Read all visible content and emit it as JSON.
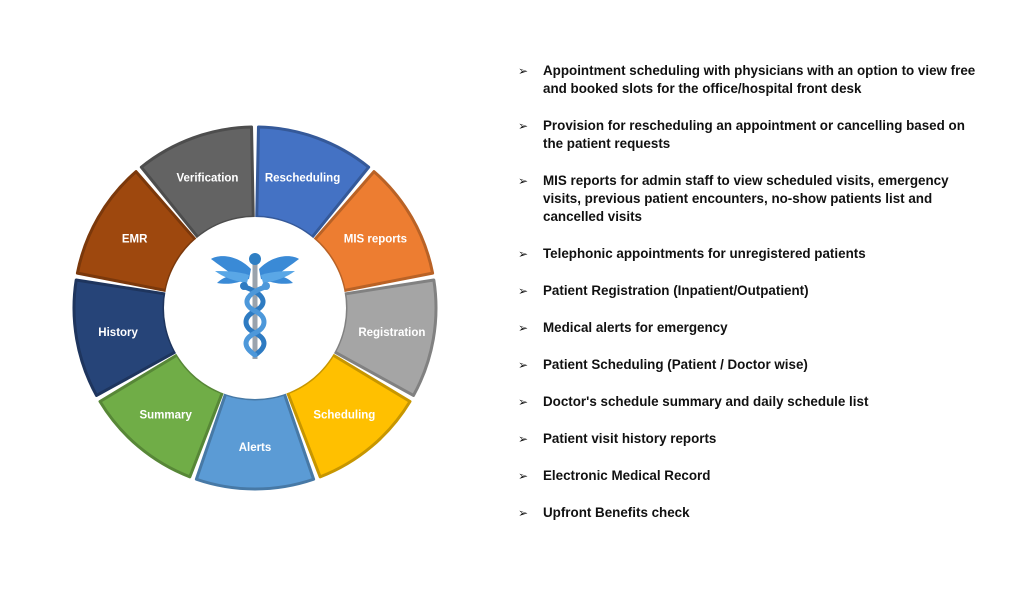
{
  "colors": {
    "rescheduling": "#4472C4",
    "mis_reports": "#ED7D31",
    "registration": "#A5A5A5",
    "scheduling": "#FFC000",
    "alerts": "#5B9BD5",
    "summary": "#70AD47",
    "history": "#264478",
    "emr": "#9E480E",
    "verification": "#636363"
  },
  "wheel": {
    "center_icon": "caduceus-icon",
    "segments": [
      {
        "label": "Rescheduling",
        "color": "#4472C4"
      },
      {
        "label": "MIS reports",
        "color": "#ED7D31"
      },
      {
        "label": "Registration",
        "color": "#A5A5A5"
      },
      {
        "label": "Scheduling",
        "color": "#FFC000"
      },
      {
        "label": "Alerts",
        "color": "#5B9BD5"
      },
      {
        "label": "Summary",
        "color": "#70AD47"
      },
      {
        "label": "History",
        "color": "#264478"
      },
      {
        "label": "EMR",
        "color": "#9E480E"
      },
      {
        "label": "Verification",
        "color": "#636363"
      }
    ]
  },
  "features": [
    "Appointment scheduling with physicians with an option to view free and booked slots for the office/hospital front desk",
    "Provision for rescheduling an appointment or cancelling based on the patient requests",
    "MIS reports for admin staff to view scheduled visits, emergency visits, previous patient encounters, no-show patients list and cancelled visits",
    "Telephonic appointments for unregistered patients",
    "Patient Registration (Inpatient/Outpatient)",
    "Medical alerts for emergency",
    "Patient Scheduling (Patient / Doctor wise)",
    "Doctor's schedule summary and daily schedule list",
    "Patient visit history reports",
    "Electronic Medical Record",
    "Upfront Benefits check"
  ],
  "bullet_glyph": "➢"
}
